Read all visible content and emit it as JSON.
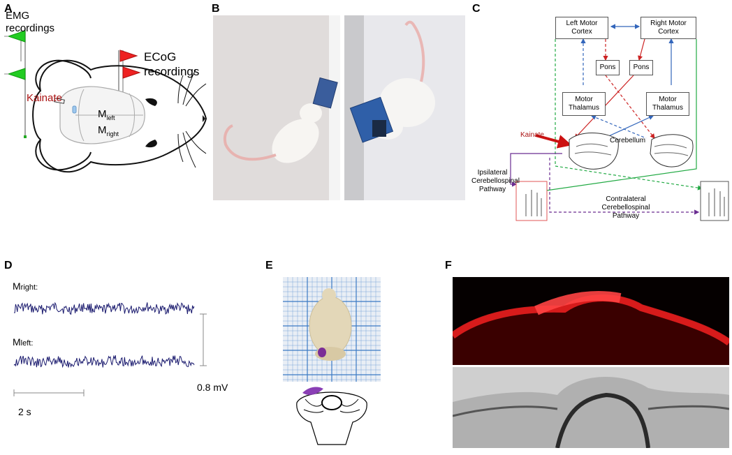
{
  "panels": {
    "a": "A",
    "b": "B",
    "c": "C",
    "d": "D",
    "e": "E",
    "f": "F"
  },
  "panel_a": {
    "emg_line1": "EMG",
    "emg_line2": "recordings",
    "ecog_line1": "ECoG",
    "ecog_line2": "recordings",
    "kainate": "Kainate",
    "m_left_main": "M",
    "m_left_sub": "left",
    "m_right_main": "M",
    "m_right_sub": "right"
  },
  "panel_c": {
    "left_motor_cortex_1": "Left Motor",
    "left_motor_cortex_2": "Cortex",
    "right_motor_cortex_1": "Right Motor",
    "right_motor_cortex_2": "Cortex",
    "pons_left": "Pons",
    "pons_right": "Pons",
    "motor_thalamus_left_1": "Motor",
    "motor_thalamus_left_2": "Thalamus",
    "motor_thalamus_right_1": "Motor",
    "motor_thalamus_right_2": "Thalamus",
    "kainate": "Kainate",
    "cerebellum": "Cerebellum",
    "ipsi_1": "Ipsilateral",
    "ipsi_2": "Cerebellospinal",
    "ipsi_3": "Pathway",
    "contra_1": "Contralateral",
    "contra_2": "Cerebellospinal",
    "contra_3": "Pathway"
  },
  "panel_d": {
    "m_right_main": "M",
    "m_right_sub": "right:",
    "m_left_main": "M",
    "m_left_sub": "left:",
    "voltage_scale": "0.8 mV",
    "time_scale": "2 s"
  },
  "colors": {
    "red_arrow": "#cc2222",
    "blue_arrow": "#3366bb",
    "green_arrow": "#22aa44",
    "purple_arrow": "#6a2c91",
    "kainate_text": "#aa1111",
    "trace": "#1a1a6e"
  }
}
